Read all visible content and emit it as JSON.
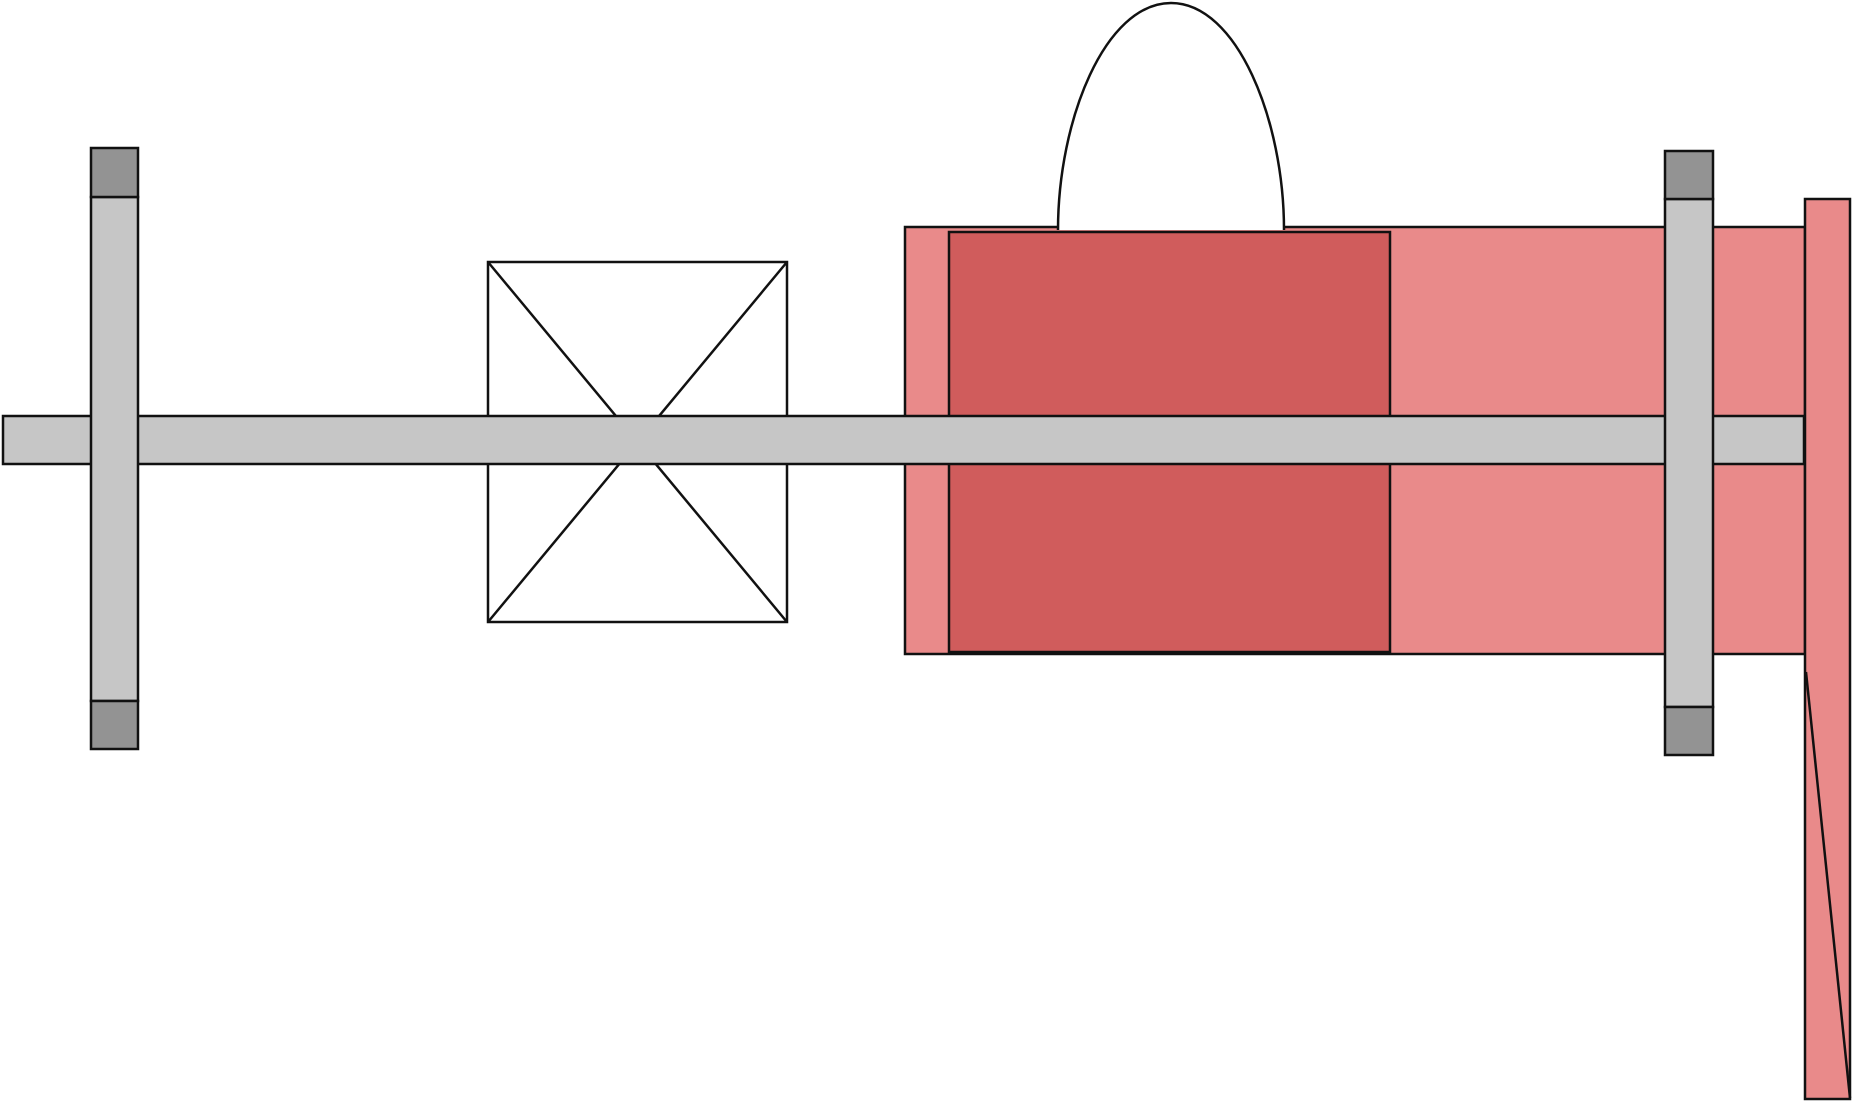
{
  "diagram": {
    "colors": {
      "background": "#ffffff",
      "stroke": "#111111",
      "shaft": "#c6c6c6",
      "collar": "#939393",
      "housing": "#e98a8a",
      "rotor": "#d05c5c",
      "box_fill": "#ffffff"
    },
    "components": [
      "horizontal-shaft",
      "left-bearing-post",
      "right-bearing-post",
      "coupling-box",
      "motor-housing",
      "rotor-block",
      "arch-handle",
      "end-plate"
    ]
  }
}
